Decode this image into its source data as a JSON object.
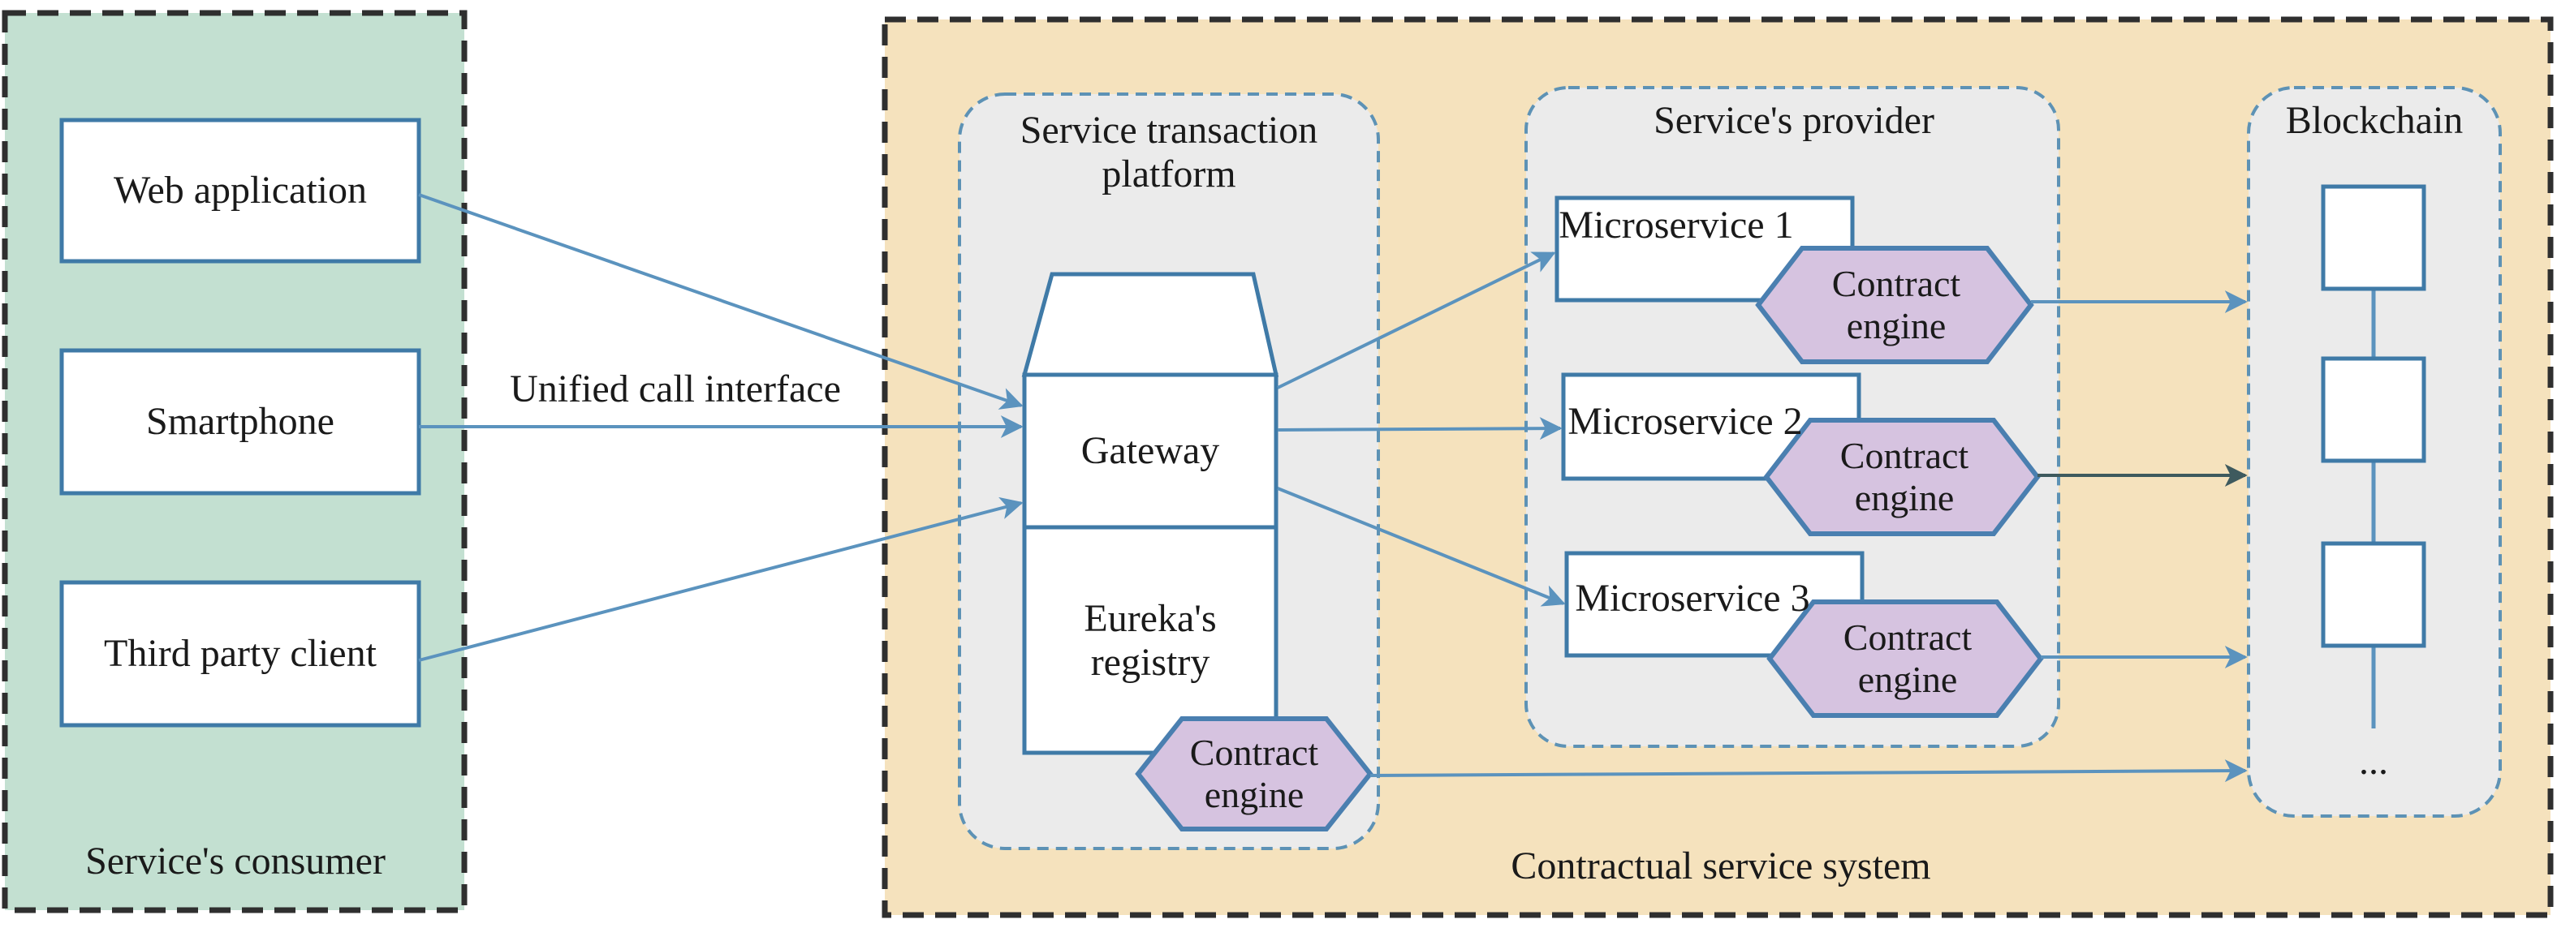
{
  "consumer": {
    "title": "Service's consumer",
    "clients": [
      "Web application",
      "Smartphone",
      "Third party client"
    ]
  },
  "interface_label": "Unified call interface",
  "system": {
    "title": "Contractual service system",
    "platform": {
      "title": "Service transaction platform",
      "gateway": "Gateway",
      "registry": "Eureka's registry",
      "engine": "Contract engine"
    },
    "provider": {
      "title": "Service's provider",
      "microservices": [
        "Microservice 1",
        "Microservice 2",
        "Microservice 3"
      ],
      "engine": "Contract engine"
    },
    "blockchain": {
      "title": "Blockchain",
      "ellipsis": "..."
    }
  },
  "colors": {
    "consumer_fill": "#c3e0d1",
    "system_fill": "#f5e2bd",
    "panel_fill": "#ebebeb",
    "panel_border": "#5d92b5",
    "box_border": "#3f7aa7",
    "arrow": "#5b93be",
    "hex_fill": "#d6c3e0",
    "hex_border": "#4a7fb0",
    "region_border": "#2f2f2f"
  }
}
